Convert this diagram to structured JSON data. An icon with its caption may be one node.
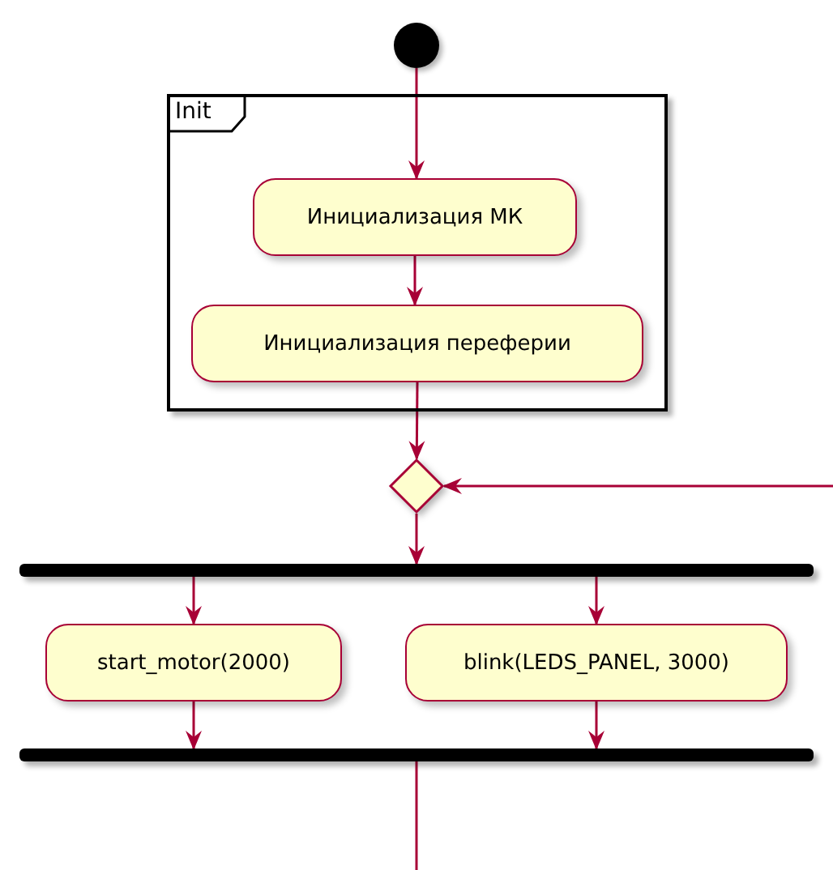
{
  "diagram": {
    "nodes": [
      {
        "text": [],
        "shape": "circle"
      },
      {
        "text": [
          "Init"
        ]
      },
      {
        "text": [
          "Инициализация МК"
        ],
        "in": 1
      },
      {
        "text": [
          "Инициализация переферии"
        ],
        "in": 1
      },
      {
        "text": [],
        "shape": "diamond"
      },
      {
        "text": [],
        "shape": "bar"
      },
      {
        "text": [
          "start_motor(2000)"
        ]
      },
      {
        "text": [
          "blink(LEDS_PANEL, 3000)"
        ]
      },
      {
        "text": [],
        "shape": "bar"
      }
    ],
    "edges": [
      {
        "from": 0,
        "to": 2,
        "arrow": "to"
      },
      {
        "from": 2,
        "to": 3,
        "arrow": "to"
      },
      {
        "from": 3,
        "to": 4,
        "arrow": "to"
      },
      {
        "from": null,
        "to": 4,
        "arrow": "to"
      },
      {
        "from": 4,
        "to": 5,
        "arrow": "to"
      },
      {
        "from": 5,
        "to": 6,
        "arrow": "to"
      },
      {
        "from": 5,
        "to": 7,
        "arrow": "to"
      },
      {
        "from": 6,
        "to": 8,
        "arrow": "to"
      },
      {
        "from": 7,
        "to": 8,
        "arrow": "to"
      },
      {
        "from": 8,
        "to": null,
        "arrow": "none"
      }
    ]
  }
}
